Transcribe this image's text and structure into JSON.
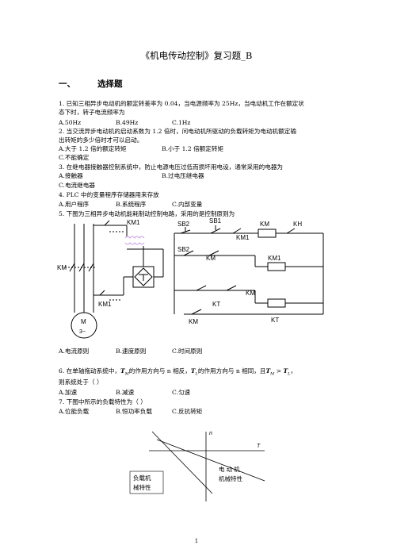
{
  "title": "《机电传动控制》复习题_B",
  "section": {
    "number": "一、",
    "label": "选择题"
  },
  "q1": {
    "line1": "1. 已知三相异步电动机的额定转差率为 0.04，当电源频率为 25Hz，当电动机工作在额定状",
    "line2": "态下时，转子电流频率为",
    "a": "A.50Hz",
    "b": "B.49Hz",
    "c": "C.1Hz"
  },
  "q2": {
    "line1": "2. 当交流异步电动机的启动系数为 1.2 倍时，问电动机所驱动的负载转矩为电动机额定输",
    "line2": "出转矩的多少倍时才可以启动。",
    "a": "A.大于 1.2 倍的额定转矩",
    "b": "B.小于 1.2 倍额定转矩",
    "c": "C.不能确定"
  },
  "q3": {
    "line1": "3. 在继电器接触器控制系统中，防止电源电压过低而损坏用电设，通常采用的电器为",
    "a": "A.接触器",
    "b": "B.过电压继电器",
    "c": "C.电流继电器"
  },
  "q4": {
    "line1": "4. PLC 中的变量程序存储器用来存放",
    "a": "A.用户程序",
    "b": "B.系统程序",
    "c": "C.内部变量"
  },
  "q5": {
    "line1": "5. 下图为三相异步电动机能耗制动控制电路，采用的是控制原则为",
    "a": "A.电流原则",
    "b": "B.速度原则",
    "c": "C.时间原则"
  },
  "circuit": {
    "km1_top": "KM1",
    "km_left": "KM",
    "km1_mid": "KM1",
    "motor_m": "M",
    "motor_3": "3~",
    "sb2": "SB2",
    "sb1": "SB1",
    "km1_ctl": "KM1",
    "km_coil": "KM",
    "kh": "KH",
    "km_seal": "KM",
    "sb2_low": "SB2",
    "km1_coil": "KM1",
    "km_ilk": "KM",
    "km_bot": "KM",
    "kt_nc": "KT",
    "kt_coil": "KT"
  },
  "q6": {
    "pre": "6. 在单轴拖动系统中，",
    "tm_sym": "T",
    "tm_sub": "M",
    "mid1": "的作用方向与 n 相反，",
    "tl_sym": "T",
    "tl_sub": "L",
    "mid2": "的作用方向与 n 相同，且",
    "ineq_l": "T",
    "ineq_l_sub": "M",
    "ineq_op": " > ",
    "ineq_r": "T",
    "ineq_r_sub": "L",
    "end": "，",
    "line2": "则系统处于（ ）",
    "a": "A.加速",
    "b": "B.减速",
    "c": "C.匀速"
  },
  "q7": {
    "line1": "7. 下图中所示的负载特性为（ ）",
    "a": "A.位能负载",
    "b": "B.恒功率负载",
    "c": "C.反抗转矩"
  },
  "load_chart": {
    "axis_n": "n",
    "axis_t": "T",
    "load_label_1": "负载机",
    "load_label_2": "械特性",
    "motor_label_1": "电 动 机",
    "motor_label_2": "机械特性"
  },
  "page_number": "1"
}
